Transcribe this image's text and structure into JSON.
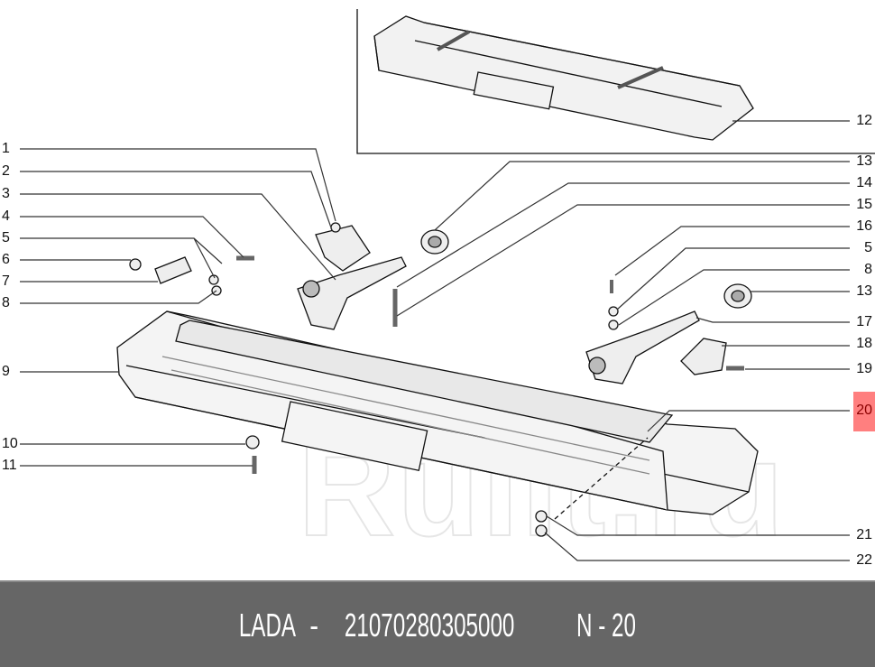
{
  "diagram": {
    "left_labels": [
      "1",
      "2",
      "3",
      "4",
      "5",
      "6",
      "7",
      "8",
      "9",
      "10",
      "11"
    ],
    "right_labels": [
      "12",
      "13",
      "14",
      "15",
      "16",
      "5",
      "8",
      "13",
      "17",
      "18",
      "19",
      "20",
      "21",
      "22"
    ],
    "highlighted_label": "20",
    "highlight_color": "#ff7f7f",
    "watermark": "Rulit.ru"
  },
  "footer": {
    "brand": "LADA",
    "part_number": "21070280305000",
    "position": "N - 20",
    "background": "#666666"
  }
}
